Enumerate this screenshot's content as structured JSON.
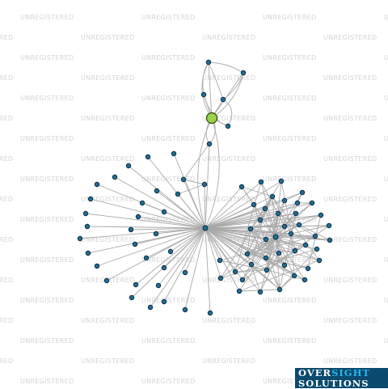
{
  "watermark": {
    "text": "UNREGISTERED",
    "color": "#d4d4d4"
  },
  "logo": {
    "line1_part1": "OVER",
    "line1_part2": "SIGHT",
    "line2": "SOLUTIONS",
    "background": "#0b4a6e",
    "accent": "#29b6e8"
  },
  "graph": {
    "edge_color": "#a9a9a9",
    "node_color": "#1f6f9a",
    "highlight_node_color": "#9ad24a"
  }
}
